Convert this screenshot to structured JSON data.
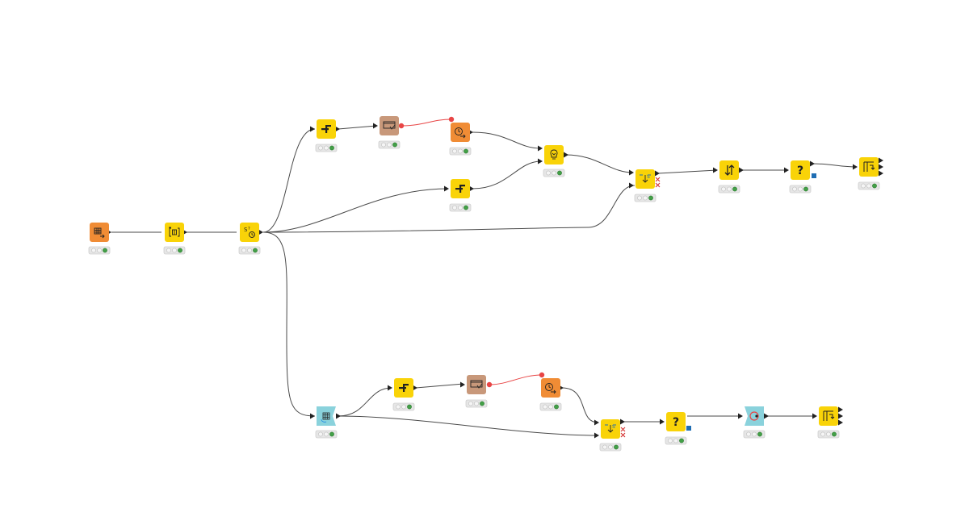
{
  "colors": {
    "learner": "#F08C35",
    "manipulator": "#F9D308",
    "predictor": "#C8987A",
    "flow": "#8AD2DC",
    "connection": "#333333",
    "flow_variable_connection": "#E84545",
    "status_ok": "#43A047",
    "status_empty": "#F2F2F2",
    "status_frame": "#CFCFCF",
    "port_blue": "#1F6DB3"
  },
  "workflow": {
    "nodes": [
      {
        "id": "n1",
        "name": "table-reader-node",
        "kind": "learner",
        "icon": "table-arrow-icon",
        "status": "executed"
      },
      {
        "id": "n2",
        "name": "column-filter-node",
        "kind": "manipulator",
        "icon": "brackets-filter-icon",
        "status": "executed"
      },
      {
        "id": "n3",
        "name": "string-to-date-node",
        "kind": "manipulator",
        "icon": "string-clock-icon",
        "status": "executed"
      },
      {
        "id": "n4",
        "name": "row-splitter-top-node",
        "kind": "manipulator",
        "icon": "split-icon",
        "status": "executed"
      },
      {
        "id": "n5",
        "name": "partition-model-node",
        "kind": "predictor",
        "icon": "window-check-icon",
        "status": "executed"
      },
      {
        "id": "n6",
        "name": "time-extractor-top-node",
        "kind": "learner",
        "icon": "clock-arrow-icon",
        "status": "executed"
      },
      {
        "id": "n7",
        "name": "row-splitter-middle-node",
        "kind": "manipulator",
        "icon": "split-icon",
        "status": "executed"
      },
      {
        "id": "n8",
        "name": "column-combiner-node",
        "kind": "manipulator",
        "icon": "bulb-merge-icon",
        "status": "executed"
      },
      {
        "id": "n9",
        "name": "joiner-top-node",
        "kind": "manipulator",
        "icon": "join-arrow-icon",
        "status": "executed"
      },
      {
        "id": "n10",
        "name": "sorter-node",
        "kind": "manipulator",
        "icon": "sort-arrows-icon",
        "status": "executed"
      },
      {
        "id": "n11",
        "name": "rule-engine-top-node",
        "kind": "manipulator",
        "icon": "question-icon",
        "status": "executed"
      },
      {
        "id": "n12",
        "name": "splitter-output-top-node",
        "kind": "manipulator",
        "icon": "table-split-icon",
        "status": "executed"
      },
      {
        "id": "n13",
        "name": "loop-start-node",
        "kind": "flow",
        "icon": "grid-loop-icon",
        "status": "executed"
      },
      {
        "id": "n14",
        "name": "row-splitter-bottom-node",
        "kind": "manipulator",
        "icon": "split-icon",
        "status": "executed"
      },
      {
        "id": "n15",
        "name": "partition-model-bottom-node",
        "kind": "predictor",
        "icon": "window-check-icon",
        "status": "executed"
      },
      {
        "id": "n16",
        "name": "time-extractor-bottom-node",
        "kind": "learner",
        "icon": "clock-arrow-icon",
        "status": "executed"
      },
      {
        "id": "n17",
        "name": "joiner-bottom-node",
        "kind": "manipulator",
        "icon": "join-arrow-icon",
        "status": "executed"
      },
      {
        "id": "n18",
        "name": "rule-engine-bottom-node",
        "kind": "manipulator",
        "icon": "question-icon",
        "status": "executed"
      },
      {
        "id": "n19",
        "name": "loop-end-node",
        "kind": "flow",
        "icon": "circle-loop-icon",
        "status": "executed"
      },
      {
        "id": "n20",
        "name": "splitter-output-bottom-node",
        "kind": "manipulator",
        "icon": "table-split-icon",
        "status": "executed"
      }
    ],
    "edges": [
      {
        "from": "n1",
        "to": "n2",
        "type": "data"
      },
      {
        "from": "n2",
        "to": "n3",
        "type": "data"
      },
      {
        "from": "n3",
        "to": "n4",
        "type": "data"
      },
      {
        "from": "n3",
        "to": "n7",
        "type": "data"
      },
      {
        "from": "n3",
        "to": "n9",
        "type": "data"
      },
      {
        "from": "n3",
        "to": "n13",
        "type": "data"
      },
      {
        "from": "n4",
        "to": "n5",
        "type": "data"
      },
      {
        "from": "n5",
        "to": "n6",
        "type": "variable"
      },
      {
        "from": "n6",
        "to": "n8",
        "type": "data"
      },
      {
        "from": "n7",
        "to": "n8",
        "type": "data"
      },
      {
        "from": "n8",
        "to": "n9",
        "type": "data"
      },
      {
        "from": "n9",
        "to": "n10",
        "type": "data"
      },
      {
        "from": "n10",
        "to": "n11",
        "type": "data"
      },
      {
        "from": "n11",
        "to": "n12",
        "type": "data"
      },
      {
        "from": "n13",
        "to": "n14",
        "type": "data"
      },
      {
        "from": "n13",
        "to": "n17",
        "type": "data"
      },
      {
        "from": "n14",
        "to": "n15",
        "type": "data"
      },
      {
        "from": "n15",
        "to": "n16",
        "type": "variable"
      },
      {
        "from": "n16",
        "to": "n17",
        "type": "data"
      },
      {
        "from": "n17",
        "to": "n18",
        "type": "data"
      },
      {
        "from": "n18",
        "to": "n19",
        "type": "data"
      },
      {
        "from": "n19",
        "to": "n20",
        "type": "data"
      }
    ]
  }
}
